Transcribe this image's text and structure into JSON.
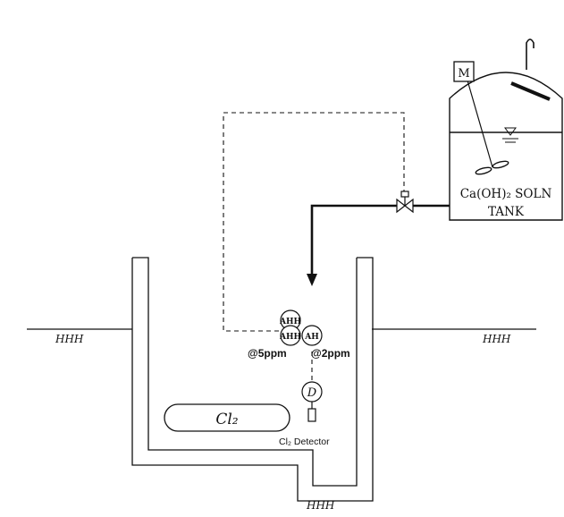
{
  "tank": {
    "line1": "Ca(OH)₂ SOLN",
    "line2": "TANK",
    "mixer_label": "M"
  },
  "instruments": {
    "ahh_top": "AHH",
    "ahh_low": "AHH",
    "ah": "AH",
    "detector_symbol": "D"
  },
  "setpoints": {
    "high_high": "@5ppm",
    "high": "@2ppm"
  },
  "cylinder_label": "Cl₂",
  "detector_label": "Cl₂ Detector",
  "ground_hatch": {
    "left": "HHH",
    "right": "HHH",
    "bottom": "HHH"
  },
  "colors": {
    "line": "#111111",
    "background": "#ffffff"
  }
}
